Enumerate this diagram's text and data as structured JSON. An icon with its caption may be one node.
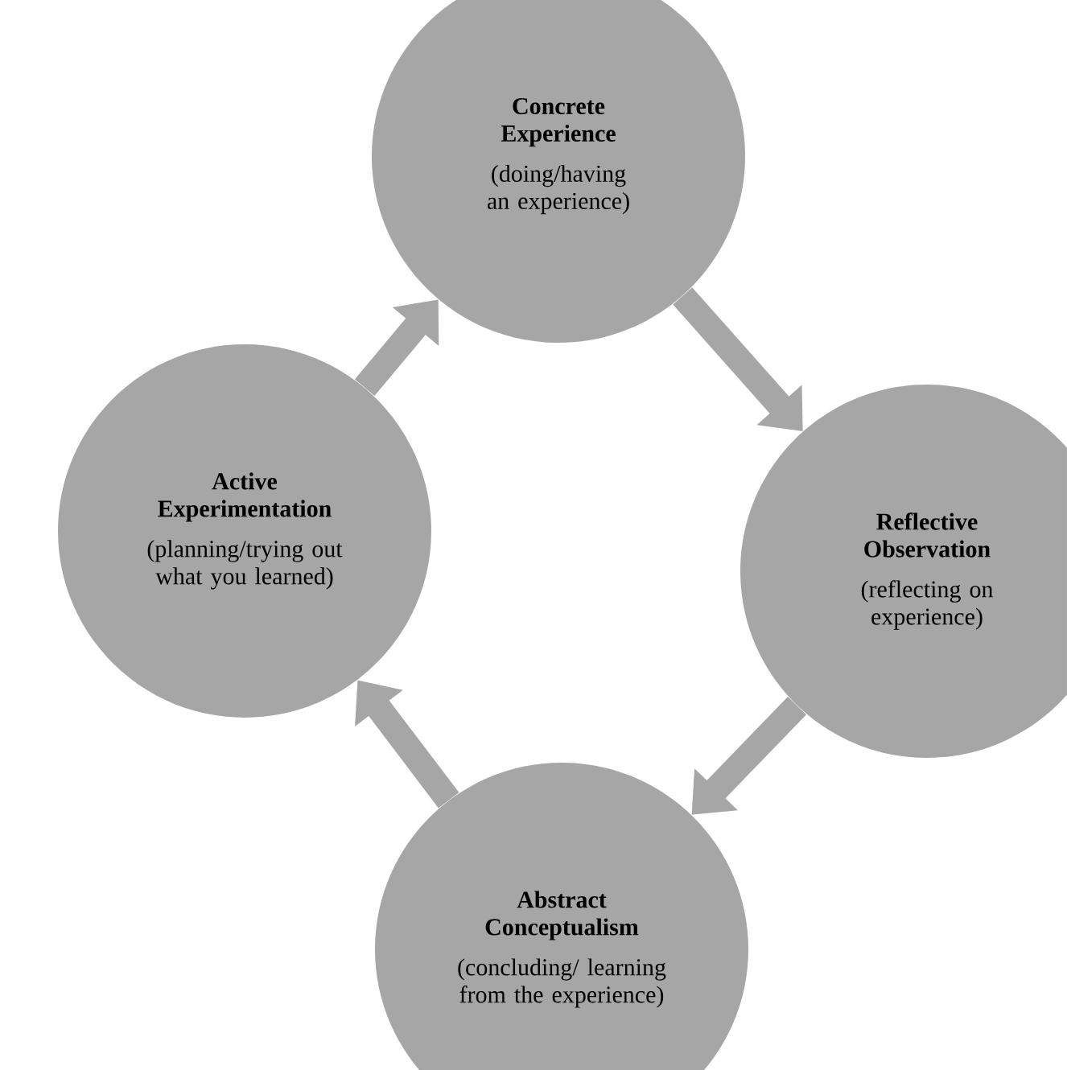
{
  "diagram": {
    "nodes": [
      {
        "text": [
          "Concrete Experience",
          "(doing/having an experience)"
        ]
      },
      {
        "text": [
          "Reflective Observation",
          "(reflecting on experience)"
        ]
      },
      {
        "text": [
          "Abstract Conceptualism",
          "(concluding/ learning from the experience)"
        ]
      },
      {
        "text": [
          "Active Experimentation",
          "(planning/trying out what you learned)"
        ]
      }
    ],
    "edges": [
      {
        "from": 0,
        "to": 1,
        "arrow": "to"
      },
      {
        "from": 1,
        "to": 2,
        "arrow": "to"
      },
      {
        "from": 2,
        "to": 3,
        "arrow": "to"
      },
      {
        "from": 3,
        "to": 0,
        "arrow": "to"
      }
    ]
  }
}
